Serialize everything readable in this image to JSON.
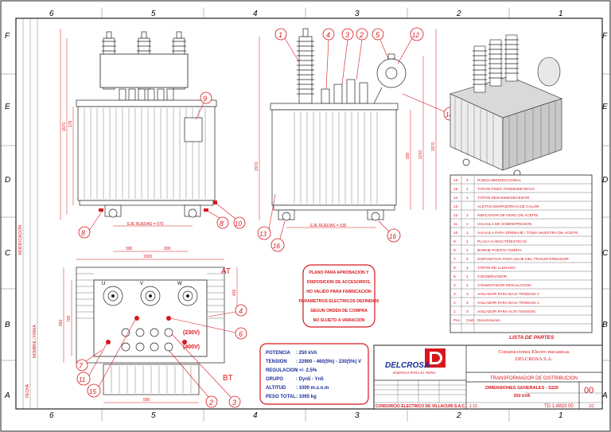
{
  "sheet": {
    "grid_cols": [
      "6",
      "5",
      "4",
      "3",
      "2",
      "1"
    ],
    "grid_rows": [
      "F",
      "E",
      "D",
      "C",
      "B",
      "A"
    ],
    "side_labels": [
      "MODIFICACION",
      "FECHA",
      "NOMBRE / FIRMA"
    ]
  },
  "front_view": {
    "dim_wheels": "EJE RUEDAS = 570",
    "dim_height": "1570",
    "dim_body": "175",
    "callouts": [
      "8",
      "9",
      "10"
    ]
  },
  "side_view": {
    "dim_wheels": "EJE RUEDAS = 630",
    "dim_total": "1570",
    "dim_a": "930",
    "dim_b": "1210",
    "callouts": [
      "1",
      "4",
      "3",
      "2",
      "5",
      "12",
      "14",
      "13",
      "16",
      "16"
    ]
  },
  "top_view": {
    "dim_top_a": "300",
    "dim_top_b": "300",
    "dim_width": "1000",
    "dim_depth": "700",
    "dim_bottom": "590",
    "dim_side": "650",
    "dim_right": "430",
    "label_at": "AT",
    "label_bt": "BT",
    "phase_labels": [
      "U",
      "V",
      "W"
    ],
    "lv_labels": [
      "(230V)",
      "(400V)"
    ],
    "callouts": [
      "7",
      "11",
      "15",
      "4",
      "6",
      "2",
      "3"
    ]
  },
  "note": {
    "lines": [
      "PLANO PARA APROBACION Y",
      "DISPOSICION DE ACCESORIOS,",
      "NO VALIDO PARA FABRICACION",
      "PARAMETROS ELECTRICOS DEFINIDOS",
      "SEGUN ORDEN DE COMPRA",
      "NO SUJETO A VARIACION"
    ]
  },
  "specs": {
    "rows": [
      {
        "label": "POTENCIA",
        "value": ": 250 kVA"
      },
      {
        "label": "TENSION",
        "value": ": 22900 - 460(5%) - 230(5%) V"
      },
      {
        "label": "REGULACION",
        "value": ": +/- 2.5%"
      },
      {
        "label": "GRUPO",
        "value": ": Dyn5 - Yn5"
      },
      {
        "label": "ALTITUD",
        "value": ": 1000 m.s.n.m"
      },
      {
        "label": "PESO TOTAL",
        "value": ": 1065 kg"
      }
    ]
  },
  "parts": {
    "rows": [
      {
        "item": "16",
        "qty": "4",
        "desc": "RUEDA BIDIRECCIONAL"
      },
      {
        "item": "15",
        "qty": "1",
        "desc": "TAPON POZO TERMOMETRICO"
      },
      {
        "item": "14",
        "qty": "1",
        "desc": "TAPON DESHUMEDECEDOR"
      },
      {
        "item": "13",
        "qty": "",
        "desc": "ALETAS DISIPADORAS DE CALOR"
      },
      {
        "item": "12",
        "qty": "1",
        "desc": "INDICADOR DE NIVEL DE ACEITE"
      },
      {
        "item": "11",
        "qty": "1",
        "desc": "VALVULA DE SOBREPRESION"
      },
      {
        "item": "10",
        "qty": "1",
        "desc": "VALVULA PARA DRENAJE / TOMA MUESTRA DE ACEITE"
      },
      {
        "item": "9",
        "qty": "1",
        "desc": "PLACA CARACTERISTICAS"
      },
      {
        "item": "8",
        "qty": "2",
        "desc": "BORNE PUESTA TIERRA"
      },
      {
        "item": "7",
        "qty": "2",
        "desc": "DISPOSITIVO PARA IZAJE DEL TRANSFORMADOR"
      },
      {
        "item": "6",
        "qty": "1",
        "desc": "TAPON DE LLENADO"
      },
      {
        "item": "5",
        "qty": "1",
        "desc": "CONSERVADOR"
      },
      {
        "item": "4",
        "qty": "1",
        "desc": "CONMUTADOR REGULACION"
      },
      {
        "item": "3",
        "qty": "3",
        "desc": "AISLADOR PARA BAJA TENSION 2"
      },
      {
        "item": "2",
        "qty": "3",
        "desc": "AISLADOR PARA BAJA TENSION 1"
      },
      {
        "item": "1",
        "qty": "3",
        "desc": "AISLADOR PARA ALTA TENSION"
      }
    ],
    "header": {
      "item": "Pos.",
      "qty": "Cant.",
      "desc": "Denominacion"
    },
    "title": "LISTA DE PARTES"
  },
  "title_block": {
    "company_line1": "Construcciones Electro mecanicas",
    "company_line2": "DELCROSA S.A.",
    "logo_text": "DELCROSA",
    "logo_slogan": "ENERGIA PARA EL PERU",
    "drawing_title": "TRANSFORMADOR DE DISTRIBUCION",
    "subtitle": "DIMENSIONES GENERALES - S225",
    "subtitle2": "250 kVA",
    "revision": "00",
    "drawing_no": "TD 1-8833 00",
    "footer_left": "CONSORCIO ELECTRICO DE VILLACURI S.A.C.",
    "scale": "1:15",
    "sheet": "1/1"
  }
}
